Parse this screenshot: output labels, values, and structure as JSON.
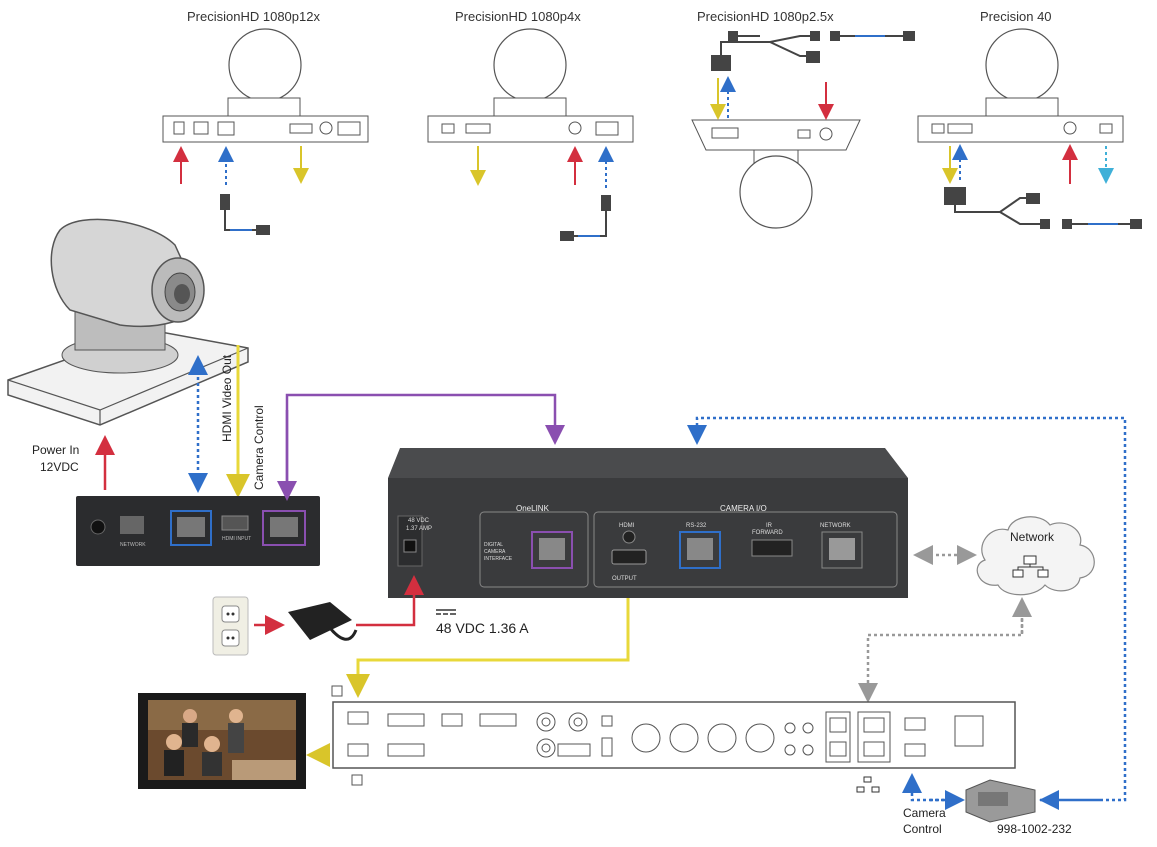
{
  "cameras": [
    {
      "name": "PrecisionHD 1080p12x"
    },
    {
      "name": "PrecisionHD 1080p4x"
    },
    {
      "name": "PrecisionHD 1080p2.5x"
    },
    {
      "name": "Precision 40"
    }
  ],
  "labels": {
    "power_in": "Power In",
    "power_voltage": "12VDC",
    "hdmi_video_out": "HDMI Video Out",
    "camera_control": "Camera Control",
    "power_rating": "48 VDC 1.36 A",
    "network": "Network",
    "camera_control_bottom_1": "Camera",
    "camera_control_bottom_2": "Control",
    "part_number": "998-1002-232"
  },
  "main_unit": {
    "onelink_title": "OneLINK",
    "onelink_port_lines": [
      "DIGITAL",
      "CAMERA",
      "INTERFACE"
    ],
    "camera_io_title": "CAMERA I/O",
    "hdmi_label": "HDMI",
    "output_label": "OUTPUT",
    "rs232_label": "RS-232",
    "ir_label_1": "IR",
    "ir_label_2": "FORWARD",
    "network_port_label": "NETWORK",
    "dc_label_1": "48 VDC",
    "dc_label_2": "1.37 AMP"
  },
  "camera_board": {
    "labels": [
      "NETWORK",
      "HDMI INPUT"
    ]
  },
  "colors": {
    "power": "#d32f3f",
    "hdmi": "#e8d83a",
    "control": "#2f6fc9",
    "onelink": "#8a4fb0",
    "network": "#a0a0a0",
    "device": "#3a3b3d"
  }
}
